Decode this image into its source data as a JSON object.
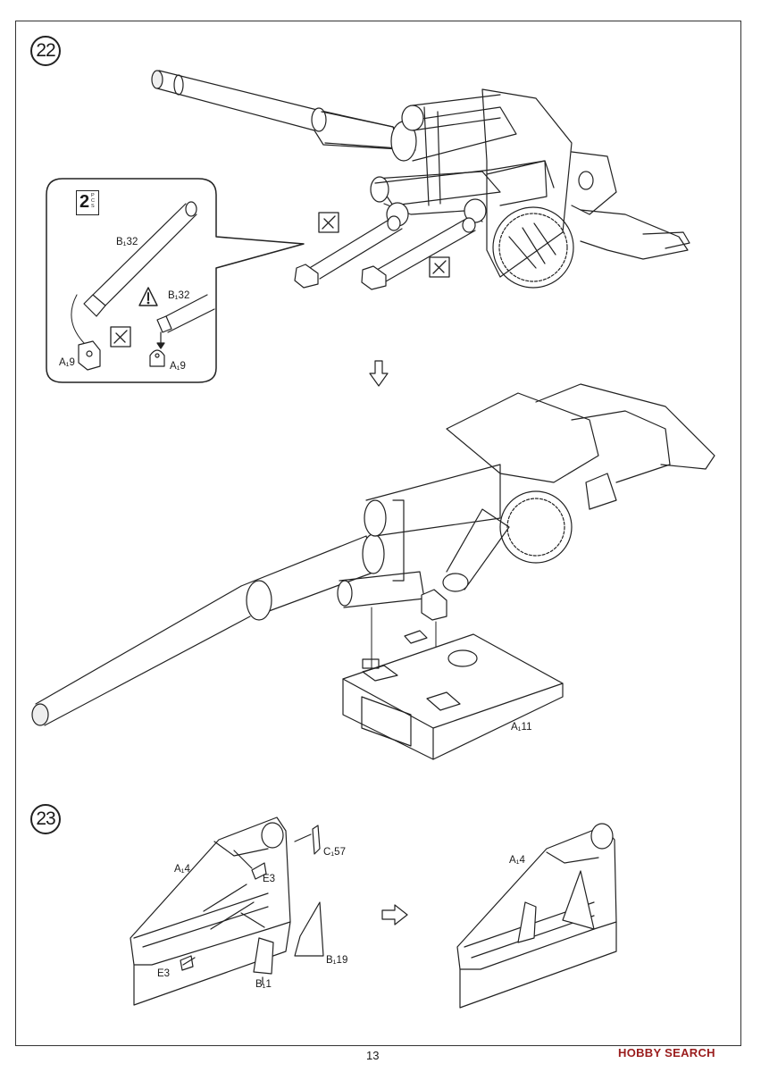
{
  "steps": [
    {
      "number": "22"
    },
    {
      "number": "23"
    }
  ],
  "callout": {
    "quantity": "2",
    "quantity_unit": "PCS",
    "parts": [
      "B₁32",
      "A₁9",
      "B₁32",
      "A₁9"
    ]
  },
  "step22_parts": {
    "base": "A₁11"
  },
  "step23_parts": {
    "left": [
      "C₁57",
      "A₁4",
      "E3",
      "E3",
      "B₁19",
      "B₁1"
    ],
    "right": [
      "A₁4"
    ]
  },
  "icons": [
    "no-glue-icon",
    "caution-icon",
    "arrow-down-icon",
    "arrow-right-icon"
  ],
  "footer": {
    "page_number": "13",
    "watermark": "HOBBY SEARCH"
  }
}
